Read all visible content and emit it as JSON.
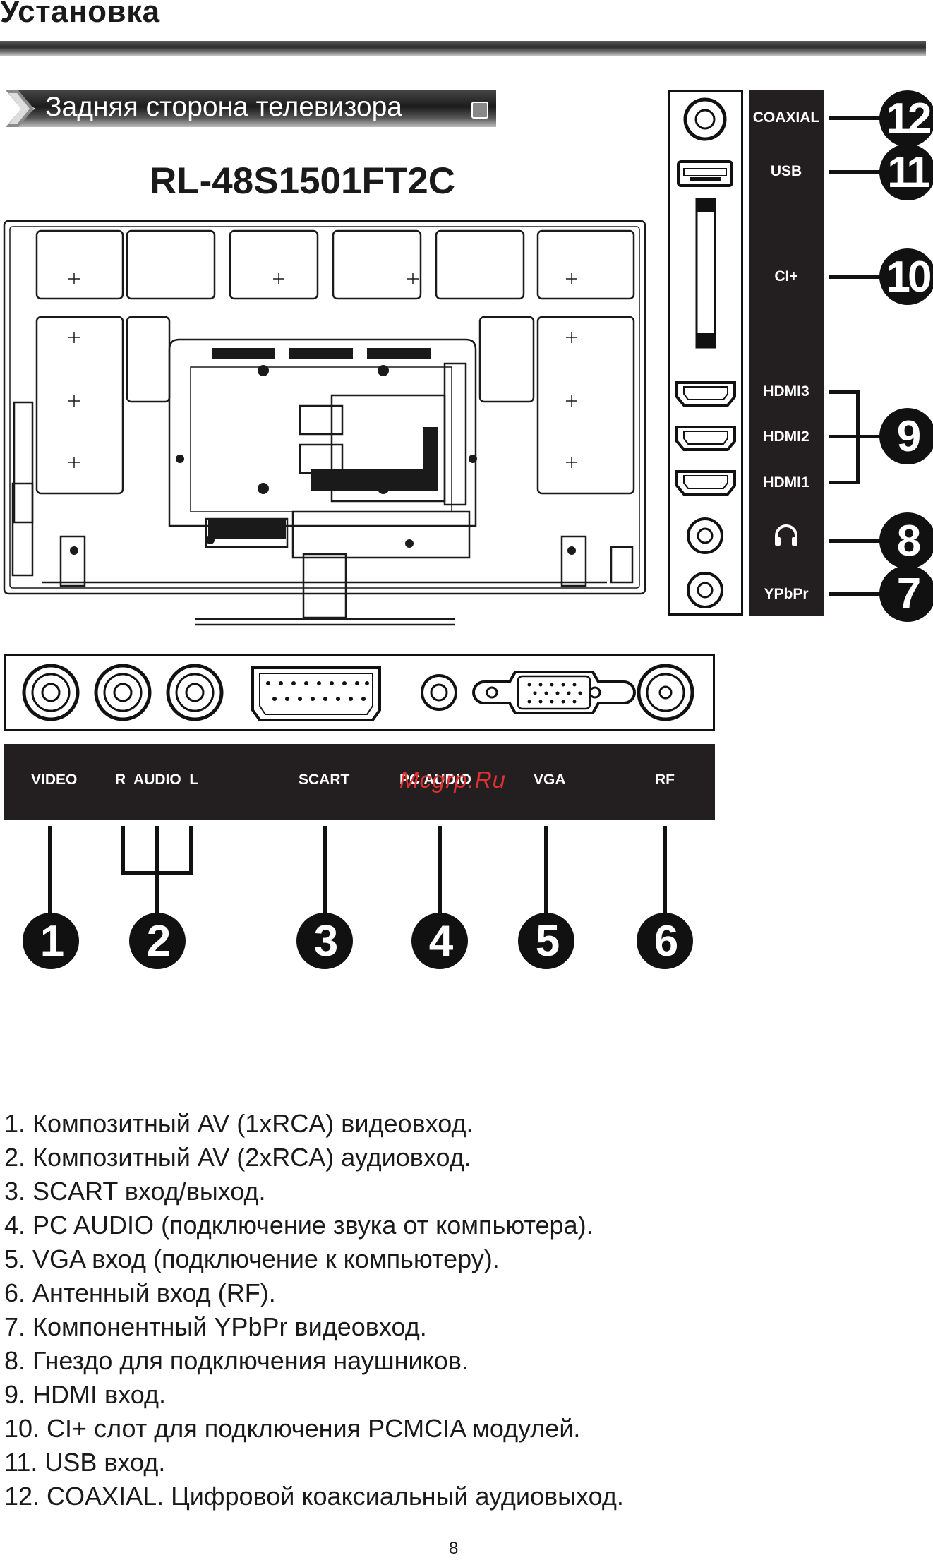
{
  "header": {
    "title": "Установка"
  },
  "section": {
    "title": "Задняя сторона телевизора"
  },
  "model": "RL-48S1501FT2C",
  "side_ports": {
    "coaxial": "COAXIAL",
    "usb": "USB",
    "ci": "CI+",
    "hdmi3": "HDMI3",
    "hdmi2": "HDMI2",
    "hdmi1": "HDMI1",
    "ypbpr": "YPbPr"
  },
  "side_numbers": {
    "n12": "12",
    "n11": "11",
    "n10": "10",
    "n9": "9",
    "n8": "8",
    "n7": "7"
  },
  "bottom_ports": {
    "video": "VIDEO",
    "audio": "R  AUDIO  L",
    "scart": "SCART",
    "pc_audio": "PC AUDIO",
    "vga": "VGA",
    "rf": "RF"
  },
  "bottom_numbers": {
    "n1": "1",
    "n2": "2",
    "n3": "3",
    "n4": "4",
    "n5": "5",
    "n6": "6"
  },
  "watermark": "Mcgrp.Ru",
  "descriptions": [
    "1. Композитный AV (1xRCA) видеовход.",
    "2. Композитный AV (2xRCA) аудиовход.",
    "3. SCART вход/выход.",
    "4. PC AUDIO (подключение звука от компьютера).",
    "5. VGA вход (подключение к компьютеру).",
    "6. Антенный вход (RF).",
    "7. Компонентный YPbPr видеовход.",
    "8. Гнездо для подключения наушников.",
    "9. HDMI вход.",
    "10. CI+ слот для подключения PCMCIA модулей.",
    "11. USB вход.",
    "12. COAXIAL. Цифровой коаксиальный аудиовыход."
  ],
  "page_number": "8"
}
